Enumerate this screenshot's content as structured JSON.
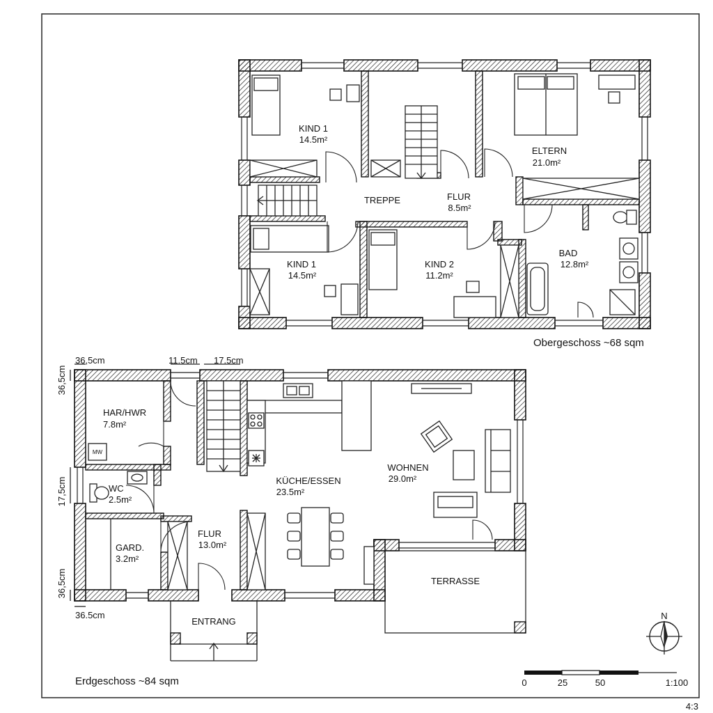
{
  "upper": {
    "rooms": [
      {
        "name": "KIND 1",
        "area": "14.5m²"
      },
      {
        "name": "ELTERN",
        "area": "21.0m²"
      },
      {
        "name": "TREPPE",
        "area": ""
      },
      {
        "name": "FLUR",
        "area": "8.5m²"
      },
      {
        "name": "KIND 1",
        "area": "14.5m²"
      },
      {
        "name": "KIND 2",
        "area": "11.2m²"
      },
      {
        "name": "BAD",
        "area": "12.8m²"
      }
    ],
    "caption": "Obergeschoss ~68 sqm"
  },
  "ground": {
    "rooms": [
      {
        "name": "HAR/HWR",
        "area": "7.8m²"
      },
      {
        "name": "WC",
        "area": "2.5m²"
      },
      {
        "name": "GARD.",
        "area": "3.2m²"
      },
      {
        "name": "FLUR",
        "area": "13.0m²"
      },
      {
        "name": "KÜCHE/ESSEN",
        "area": "23.5m²"
      },
      {
        "name": "WOHNEN",
        "area": "29.0m²"
      },
      {
        "name": "TERRASSE",
        "area": ""
      },
      {
        "name": "ENTRANG",
        "area": ""
      }
    ],
    "caption": "Erdgeschoss  ~84 sqm",
    "mw_label": "MW"
  },
  "dimensions": {
    "top_left": "36,5cm",
    "top_mid_a": "11.5cm",
    "top_mid_b": "17.5cm",
    "side_top": "36,5cm",
    "side_mid": "17,5cm",
    "side_bottom": "36,5cm",
    "bottom_left": "36.5cm"
  },
  "compass": {
    "label": "N"
  },
  "scale_bar": {
    "ticks": [
      "0",
      "25",
      "50"
    ],
    "ratio": "1:100"
  },
  "page_ratio": "4:3"
}
